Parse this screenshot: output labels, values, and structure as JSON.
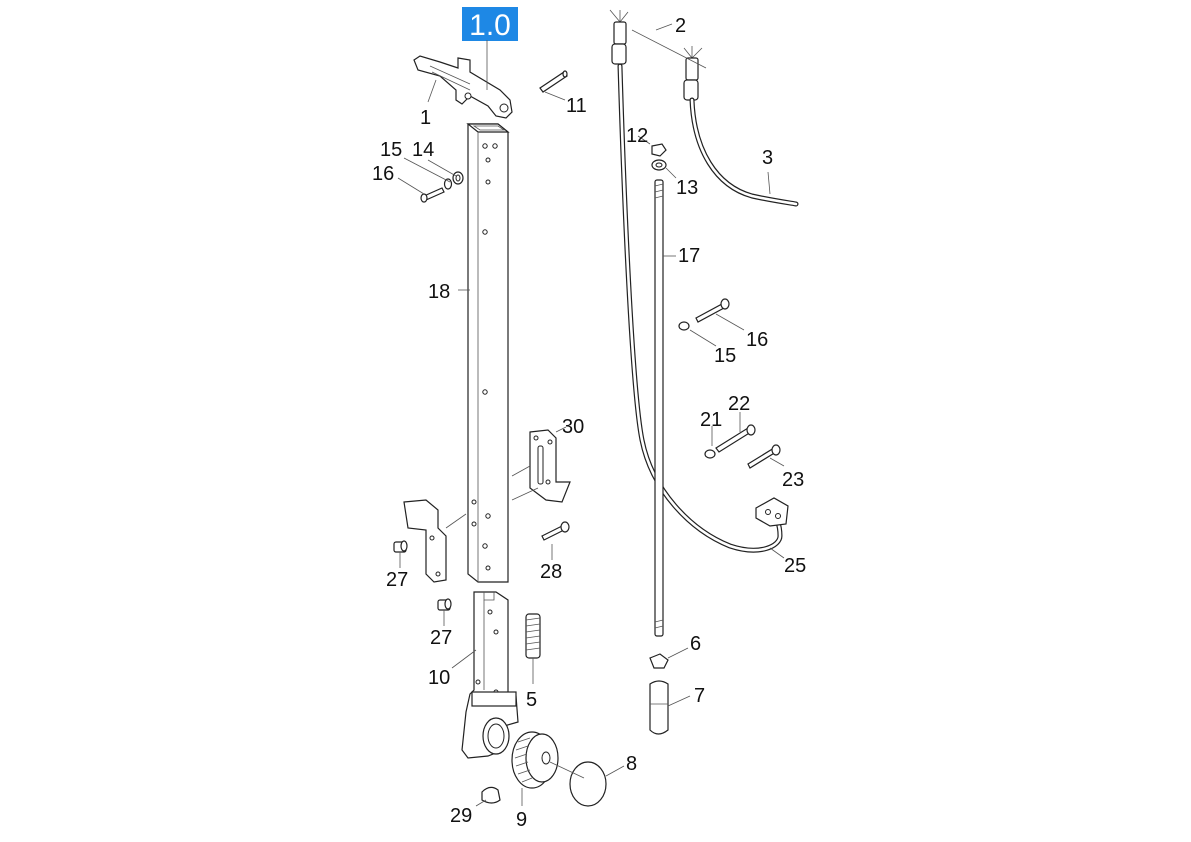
{
  "badge": {
    "text": "1.0",
    "color": "#1e88e5"
  },
  "labels": {
    "p1": "1",
    "p2": "2",
    "p3": "3",
    "p5": "5",
    "p6": "6",
    "p7": "7",
    "p8": "8",
    "p9": "9",
    "p10": "10",
    "p11": "11",
    "p12": "12",
    "p13": "13",
    "p14": "14",
    "p15a": "15",
    "p15b": "15",
    "p16a": "16",
    "p16b": "16",
    "p17": "17",
    "p18": "18",
    "p21": "21",
    "p22": "22",
    "p23": "23",
    "p25": "25",
    "p27a": "27",
    "p27b": "27",
    "p28": "28",
    "p29": "29",
    "p30": "30"
  }
}
